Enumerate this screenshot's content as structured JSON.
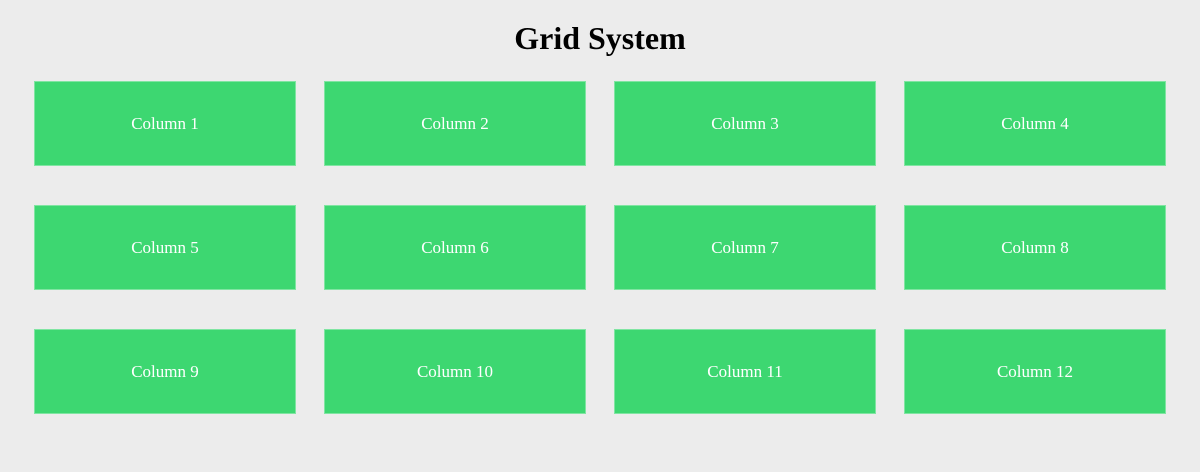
{
  "page": {
    "title": "Grid System"
  },
  "colors": {
    "background": "#ececec",
    "cell_background": "#3dd771",
    "cell_text": "#ffffff",
    "title_text": "#000000"
  },
  "grid": {
    "columns_per_row": 4,
    "rows": 3,
    "cells": [
      {
        "label": "Column 1"
      },
      {
        "label": "Column 2"
      },
      {
        "label": "Column 3"
      },
      {
        "label": "Column 4"
      },
      {
        "label": "Column 5"
      },
      {
        "label": "Column 6"
      },
      {
        "label": "Column 7"
      },
      {
        "label": "Column 8"
      },
      {
        "label": "Column 9"
      },
      {
        "label": "Column 10"
      },
      {
        "label": "Column 11"
      },
      {
        "label": "Column 12"
      }
    ]
  }
}
